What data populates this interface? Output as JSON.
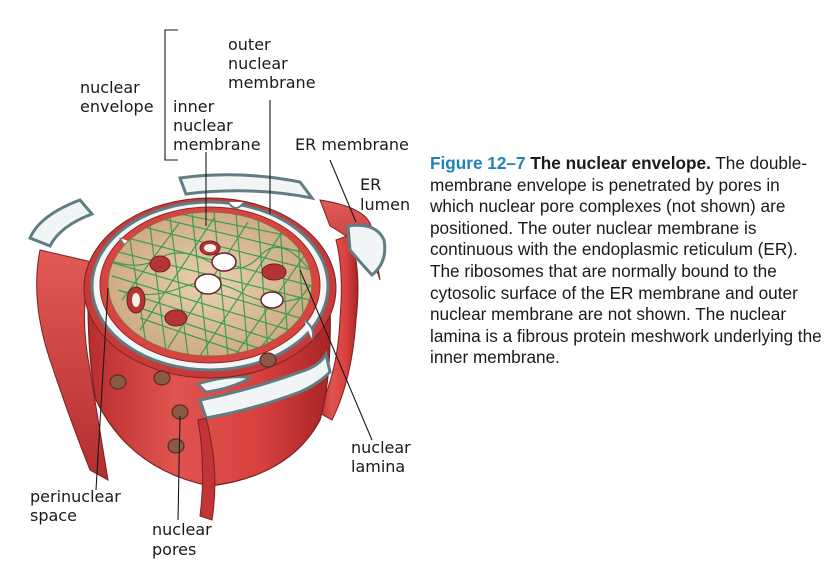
{
  "labels": {
    "outer_nuclear_membrane": [
      "outer",
      "nuclear",
      "membrane"
    ],
    "nuclear_envelope": [
      "nuclear",
      "envelope"
    ],
    "inner_nuclear_membrane": [
      "inner",
      "nuclear",
      "membrane"
    ],
    "er_membrane": "ER membrane",
    "er_lumen": [
      "ER",
      "lumen"
    ],
    "nuclear_lamina": [
      "nuclear",
      "lamina"
    ],
    "perinuclear_space": [
      "perinuclear",
      "space"
    ],
    "nuclear_pores": [
      "nuclear",
      "pores"
    ]
  },
  "caption": {
    "figure_number": "Figure 12–7",
    "title": "The nuclear envelope.",
    "body": "The double-membrane envelope is penetrated by pores in which nuclear pore complexes (not shown) are positioned. The outer nuclear membrane is continuous with the endoplasmic reticulum (ER). The ribosomes that are normally bound to the cytosolic surface of the ER membrane and outer nuclear membrane are not shown. The nuclear lamina is a fibrous protein meshwork underlying the inner membrane."
  },
  "colors": {
    "membrane_red": "#d8403f",
    "membrane_dark_red": "#b02a2c",
    "lumen_white": "#f4f7f8",
    "membrane_edge": "#5f7d82",
    "nucleoplasm": "#ddbf9a",
    "lamina_green": "#2f9a48",
    "caption_blue": "#1f82b8"
  }
}
